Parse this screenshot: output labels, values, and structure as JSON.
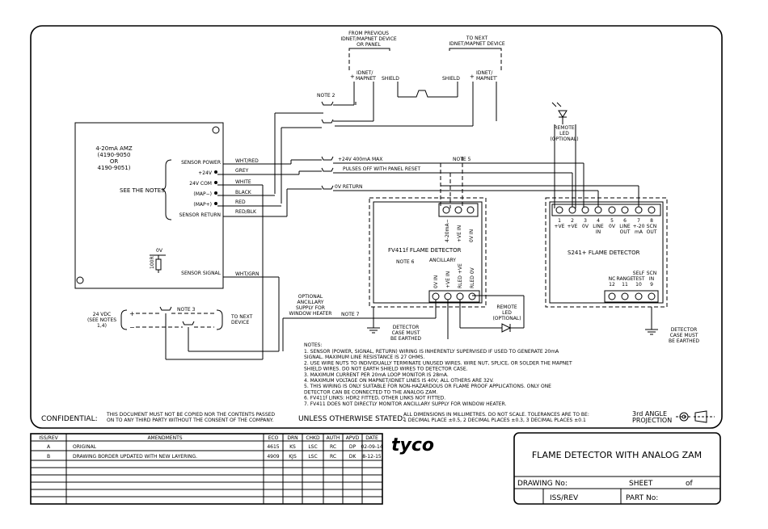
{
  "devices": {
    "prev": {
      "title": [
        "FROM PREVIOUS",
        "IDNET/MAPNET DEVICE",
        "OR PANEL"
      ],
      "plus": "+",
      "minus": "−",
      "term": [
        "IDNET/",
        "MAPNET"
      ],
      "shield": "SHIELD"
    },
    "next": {
      "title": [
        "TO NEXT",
        "IDNET/MAPNET DEVICE"
      ],
      "plus": "+",
      "minus": "−",
      "term": [
        "IDNET/",
        "MAPNET"
      ],
      "shield": "SHIELD"
    },
    "next_device": [
      "TO NEXT",
      "DEVICE"
    ]
  },
  "notes_labels": {
    "note2": "NOTE 2",
    "note3": "NOTE 3",
    "note5": "NOTE 5",
    "note6": "NOTE 6",
    "note7": "NOTE 7"
  },
  "amz": {
    "title": [
      "4-20mA AMZ",
      "(4190-9050",
      "OR",
      "4190-9051)"
    ],
    "see_notes": "SEE THE NOTES",
    "terminals": [
      "SENSOR POWER",
      "+24V",
      "24V COM",
      "(MAP−)",
      "(MAP+)",
      "SENSOR RETURN",
      "SENSOR SIGNAL"
    ],
    "resistor_label": "0V",
    "resistor_value": "100R"
  },
  "wires": [
    "WHT/RED",
    "GREY",
    "WHITE",
    "BLACK",
    "RED",
    "RED/BLK",
    "WHT/GRN"
  ],
  "bus": {
    "line1": "+24V   400mA MAX",
    "line2": "PULSES OFF WITH PANEL RESET",
    "line3": "0V RETURN"
  },
  "supply": {
    "label": [
      "24 VDC",
      "(SEE NOTES",
      "1,4)"
    ],
    "plus": "+",
    "minus": "−"
  },
  "optional_supply": [
    "OPTIONAL",
    "ANCILLARY",
    "SUPPLY FOR",
    "WINDOW HEATER"
  ],
  "fv411f": {
    "title": "FV411f  FLAME DETECTOR",
    "top_terms": [
      "4-20mA−",
      "+VE IN",
      "0V IN"
    ],
    "ancillary": "ANCILLARY",
    "bottom_terms": [
      "0V IN",
      "+VE IN",
      "RLED +VE",
      "RLED 0V"
    ],
    "earth": [
      "DETECTOR",
      "CASE MUST",
      "BE EARTHED"
    ]
  },
  "remote_led_1": [
    "REMOTE",
    "LED",
    "(OPTIONAL)"
  ],
  "remote_led_2": [
    "REMOTE",
    "LED",
    "(OPTIONAL)"
  ],
  "s241": {
    "title": "S241+  FLAME DETECTOR",
    "top_nums": [
      "1",
      "2",
      "3",
      "4",
      "5",
      "6",
      "7",
      "8"
    ],
    "top_lbl1": [
      "+VE",
      "+VE",
      "0V",
      "LINE",
      "0V",
      "LINE",
      "+-20",
      "SCN"
    ],
    "top_lbl2": [
      "",
      "",
      "",
      "IN",
      "",
      "OUT",
      "mA",
      "OUT"
    ],
    "bot_lbl1": [
      "",
      "",
      "SELF",
      "SCN"
    ],
    "bot_lbl2": [
      "NC",
      "RANGE",
      "TEST",
      "IN"
    ],
    "bot_nums": [
      "12",
      "11",
      "10",
      "9"
    ],
    "earth": [
      "DETECTOR",
      "CASE MUST",
      "BE EARTHED"
    ]
  },
  "notes": {
    "heading": "NOTES:",
    "lines": [
      "1.  SENSOR (POWER, SIGNAL, RETURN) WIRING IS INHERENTLY SUPERVISED IF USED TO GENERATE 20mA",
      "     SIGNAL. MAXIMUM LINE RESISTANCE IS 27 OHMS.",
      "2.  USE WIRE NUTS TO INDIVIDUALLY TERMINATE UNUSED WIRES. WIRE NUT, SPLICE, OR SOLDER THE MAPNET",
      "     SHIELD WIRES. DO NOT EARTH SHIELD WIRES TO DETECTOR CASE.",
      "3.  MAXIMUM CURRENT PER 20mA LOOP MONITOR IS 28mA.",
      "4.  MAXIMUM VOLTAGE ON MAPNET/IDNET LINES IS 40V; ALL OTHERS ARE 32V.",
      "5.  THIS WIRING IS ONLY SUITABLE FOR NON-HAZARDOUS OR FLAME PROOF APPLICATIONS. ONLY ONE",
      "     DETECTOR CAN BE CONNECTED TO THE ANALOG ZAM.",
      "6.  FV411f LINKS: HDR2 FITTED, OTHER LINKS NOT FITTED.",
      "7.  FV411 DOES NOT DIRECTLY MONITOR ANCILLARY SUPPLY FOR WINDOW HEATER."
    ]
  },
  "footer": {
    "confidential_label": "CONFIDENTIAL:",
    "confidential_text": [
      "THIS DOCUMENT MUST NOT BE COPIED NOR THE CONTENTS PASSED",
      "ON TO ANY THIRD PARTY WITHOUT THE CONSENT OF THE COMPANY."
    ],
    "unless": "UNLESS OTHERWISE STATED:",
    "tolerance": [
      "ALL DIMENSIONS IN MILLIMETRES. DO NOT SCALE. TOLERANCES ARE TO BE:",
      "1 DECIMAL PLACE ±0.5, 2 DECIMAL PLACES ±0.3, 3 DECIMAL PLACES ±0.1"
    ],
    "projection": [
      "3rd ANGLE",
      "PROJECTION"
    ]
  },
  "revision_table": {
    "headers": [
      "ISS/REV",
      "AMENDMENTS",
      "ECO",
      "DRN",
      "CHKD",
      "AUTH",
      "APVD",
      "DATE"
    ],
    "rows": [
      [
        "A",
        "ORIGINAL",
        "4615",
        "KS",
        "LSC",
        "RC",
        "DP",
        "02-09-14"
      ],
      [
        "B",
        "DRAWING BORDER UPDATED WITH NEW LAYERING.",
        "4909",
        "KJS",
        "LSC",
        "RC",
        "DK",
        "8-12-15"
      ]
    ]
  },
  "logo": "tyco",
  "title_block": {
    "title": "FLAME DETECTOR WITH ANALOG ZAM",
    "drawing_no": "DRAWING No:",
    "sheet": "SHEET",
    "of": "of",
    "iss_rev": "ISS/REV",
    "part_no": "PART No:"
  }
}
